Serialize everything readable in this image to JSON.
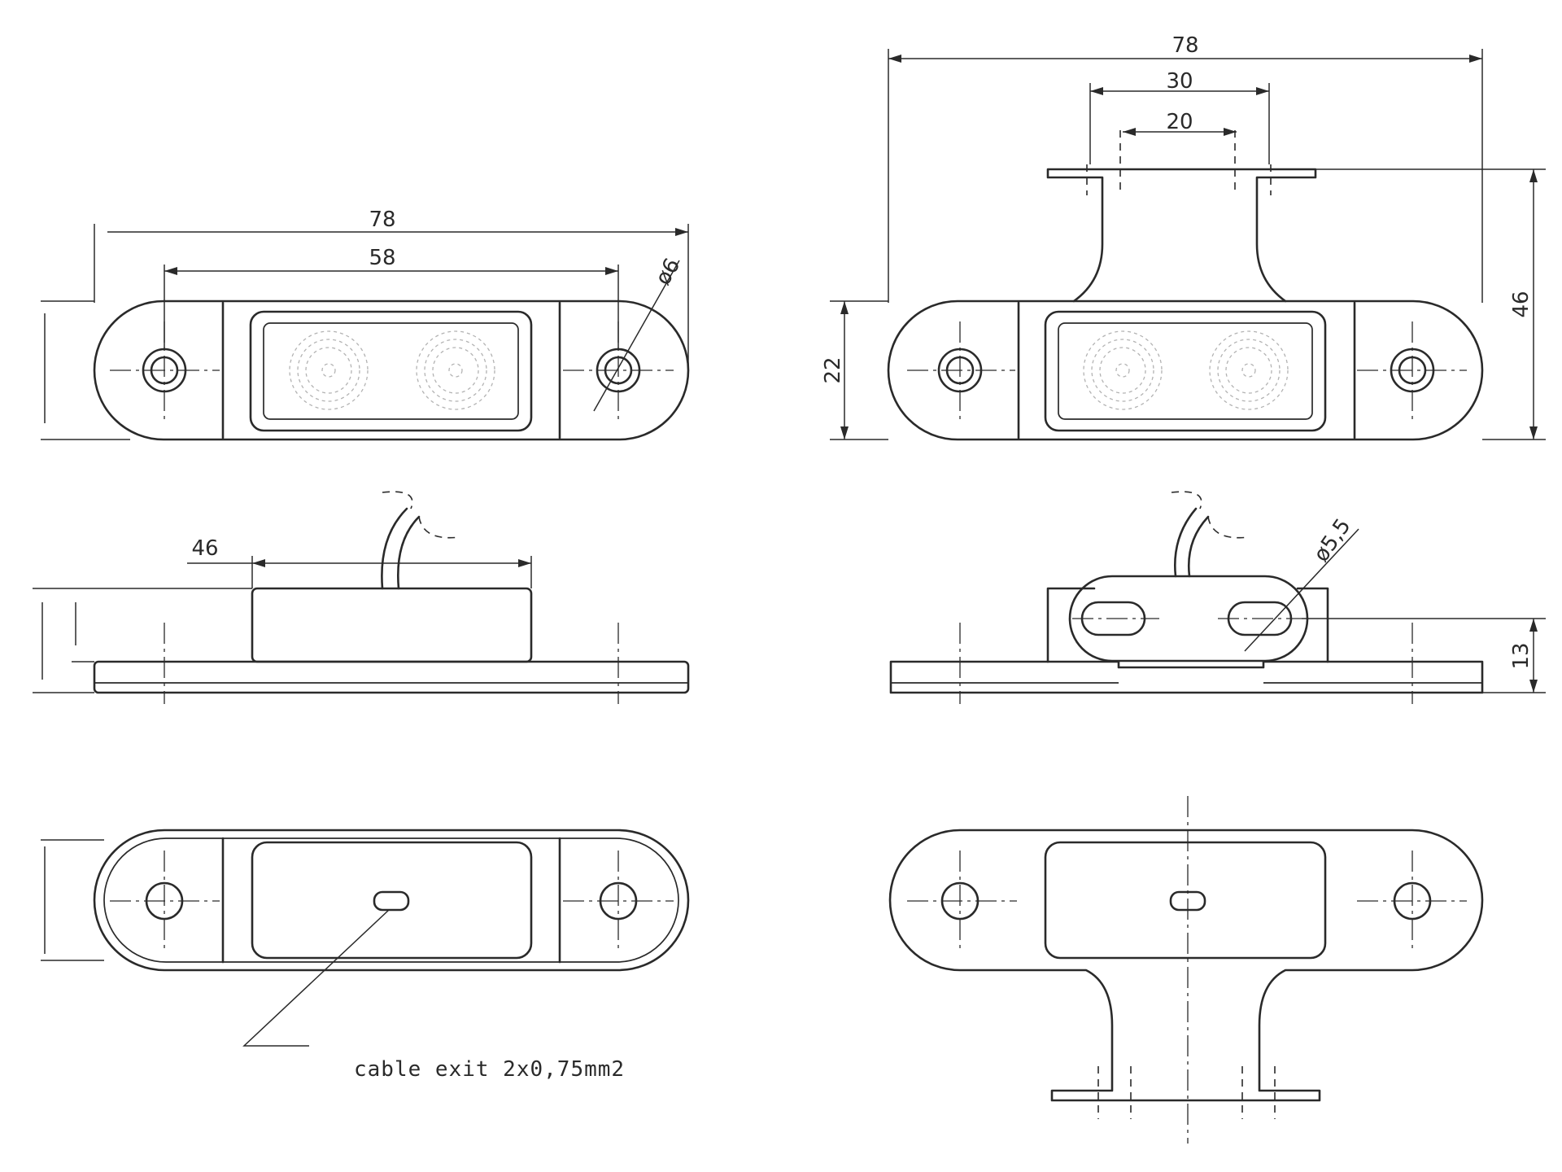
{
  "front_view": {
    "overall_length": "78",
    "hole_spacing": "58",
    "hole_diameter": "ø6"
  },
  "bracket_front_view": {
    "overall_length": "78",
    "bracket_outer_width": "30",
    "bracket_inner_width": "20",
    "body_height": "22",
    "total_height": "46"
  },
  "side_view": {
    "housing_length": "46"
  },
  "bracket_side_view": {
    "slot_diameter": "ø5,5",
    "slot_height": "13"
  },
  "rear_view": {
    "cable_note": "cable exit 2x0,75mm2"
  }
}
